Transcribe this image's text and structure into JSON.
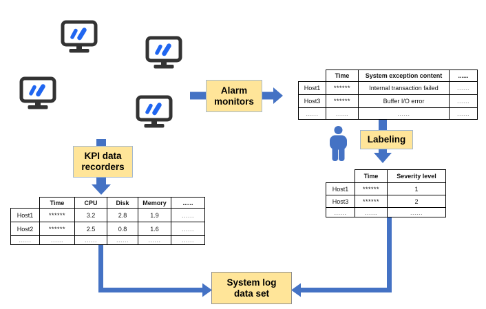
{
  "icons": {
    "monitor": "computer-monitor-icon",
    "person": "person-icon"
  },
  "colors": {
    "arrow_blue": "#4472C4",
    "box_fill": "#FFE599",
    "box_border": "#A3B8CF",
    "dataset_box_border": "#8C8C8C",
    "monitor_frame": "#333333",
    "monitor_marks": "#2066F0",
    "table_border": "#000000",
    "background": "#FFFFFF"
  },
  "nodes": {
    "alarm_monitors": {
      "line1": "Alarm",
      "line2": "monitors"
    },
    "kpi_recorders": {
      "line1": "KPI data",
      "line2": "recorders"
    },
    "labeling": {
      "label": "Labeling"
    },
    "dataset": {
      "line1": "System log",
      "line2": "data set"
    }
  },
  "exception_table": {
    "headers": {
      "time": "Time",
      "content": "System exception content",
      "more": "......"
    },
    "rows": [
      [
        "Host1",
        "******",
        "Internal transaction failed",
        "......"
      ],
      [
        "Host3",
        "******",
        "Buffer I/O error",
        "......"
      ],
      [
        "......",
        "......",
        "......",
        "......"
      ]
    ]
  },
  "severity_table": {
    "headers": {
      "time": "Time",
      "severity": "Severity level"
    },
    "rows": [
      [
        "Host1",
        "******",
        "1"
      ],
      [
        "Host3",
        "******",
        "2"
      ],
      [
        "......",
        "......",
        "......"
      ]
    ]
  },
  "kpi_table": {
    "headers": {
      "time": "Time",
      "cpu": "CPU",
      "disk": "Disk",
      "memory": "Memory",
      "more": "......"
    },
    "rows": [
      [
        "Host1",
        "******",
        "3.2",
        "2.8",
        "1.9",
        "......"
      ],
      [
        "Host2",
        "******",
        "2.5",
        "0.8",
        "1.6",
        "......"
      ],
      [
        "......",
        "......",
        "......",
        "......",
        "......",
        "......"
      ]
    ]
  }
}
